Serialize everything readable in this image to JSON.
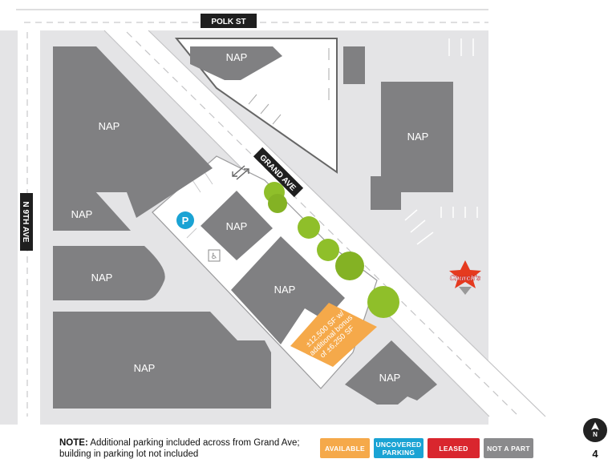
{
  "streets": {
    "polk": "POLK ST",
    "grand": "GRAND AVE",
    "ninth": "N 9TH AVE"
  },
  "parcels": {
    "polk_nap": "NAP",
    "top_left": "NAP",
    "left_mid": "NAP",
    "left_lower": "NAP",
    "bottom_left": "NAP",
    "center_small": "NAP",
    "center_large": "NAP",
    "right": "NAP",
    "bottom_right": "NAP"
  },
  "available_space": {
    "line1": "±12,500 SF w/",
    "line2": "additional bonus",
    "line3": "of ±6,250 SF"
  },
  "parking_icon": "P",
  "tenant_logo": "Church's",
  "note": {
    "label": "NOTE:",
    "text": "Additional parking included across from Grand Ave; building in parking lot not included"
  },
  "legend": {
    "available": "AVAILABLE",
    "uncovered_line1": "UNCOVERED",
    "uncovered_line2": "PARKING",
    "leased": "LEASED",
    "not_a_part": "NOT A PART"
  },
  "north": "N",
  "page_number": "4",
  "colors": {
    "building": "#808082",
    "available": "#f5a94a",
    "uncovered_parking": "#1aa3d4",
    "leased": "#d9262e",
    "not_a_part": "#8a8a8c",
    "tree": "#8fbf2a",
    "road": "#ffffff",
    "lot": "#e4e4e6"
  },
  "icons": [
    "parking-icon",
    "accessible-parking-icon",
    "direction-arrows-icon",
    "north-arrow-icon",
    "tree-icon",
    "churchs-logo"
  ]
}
